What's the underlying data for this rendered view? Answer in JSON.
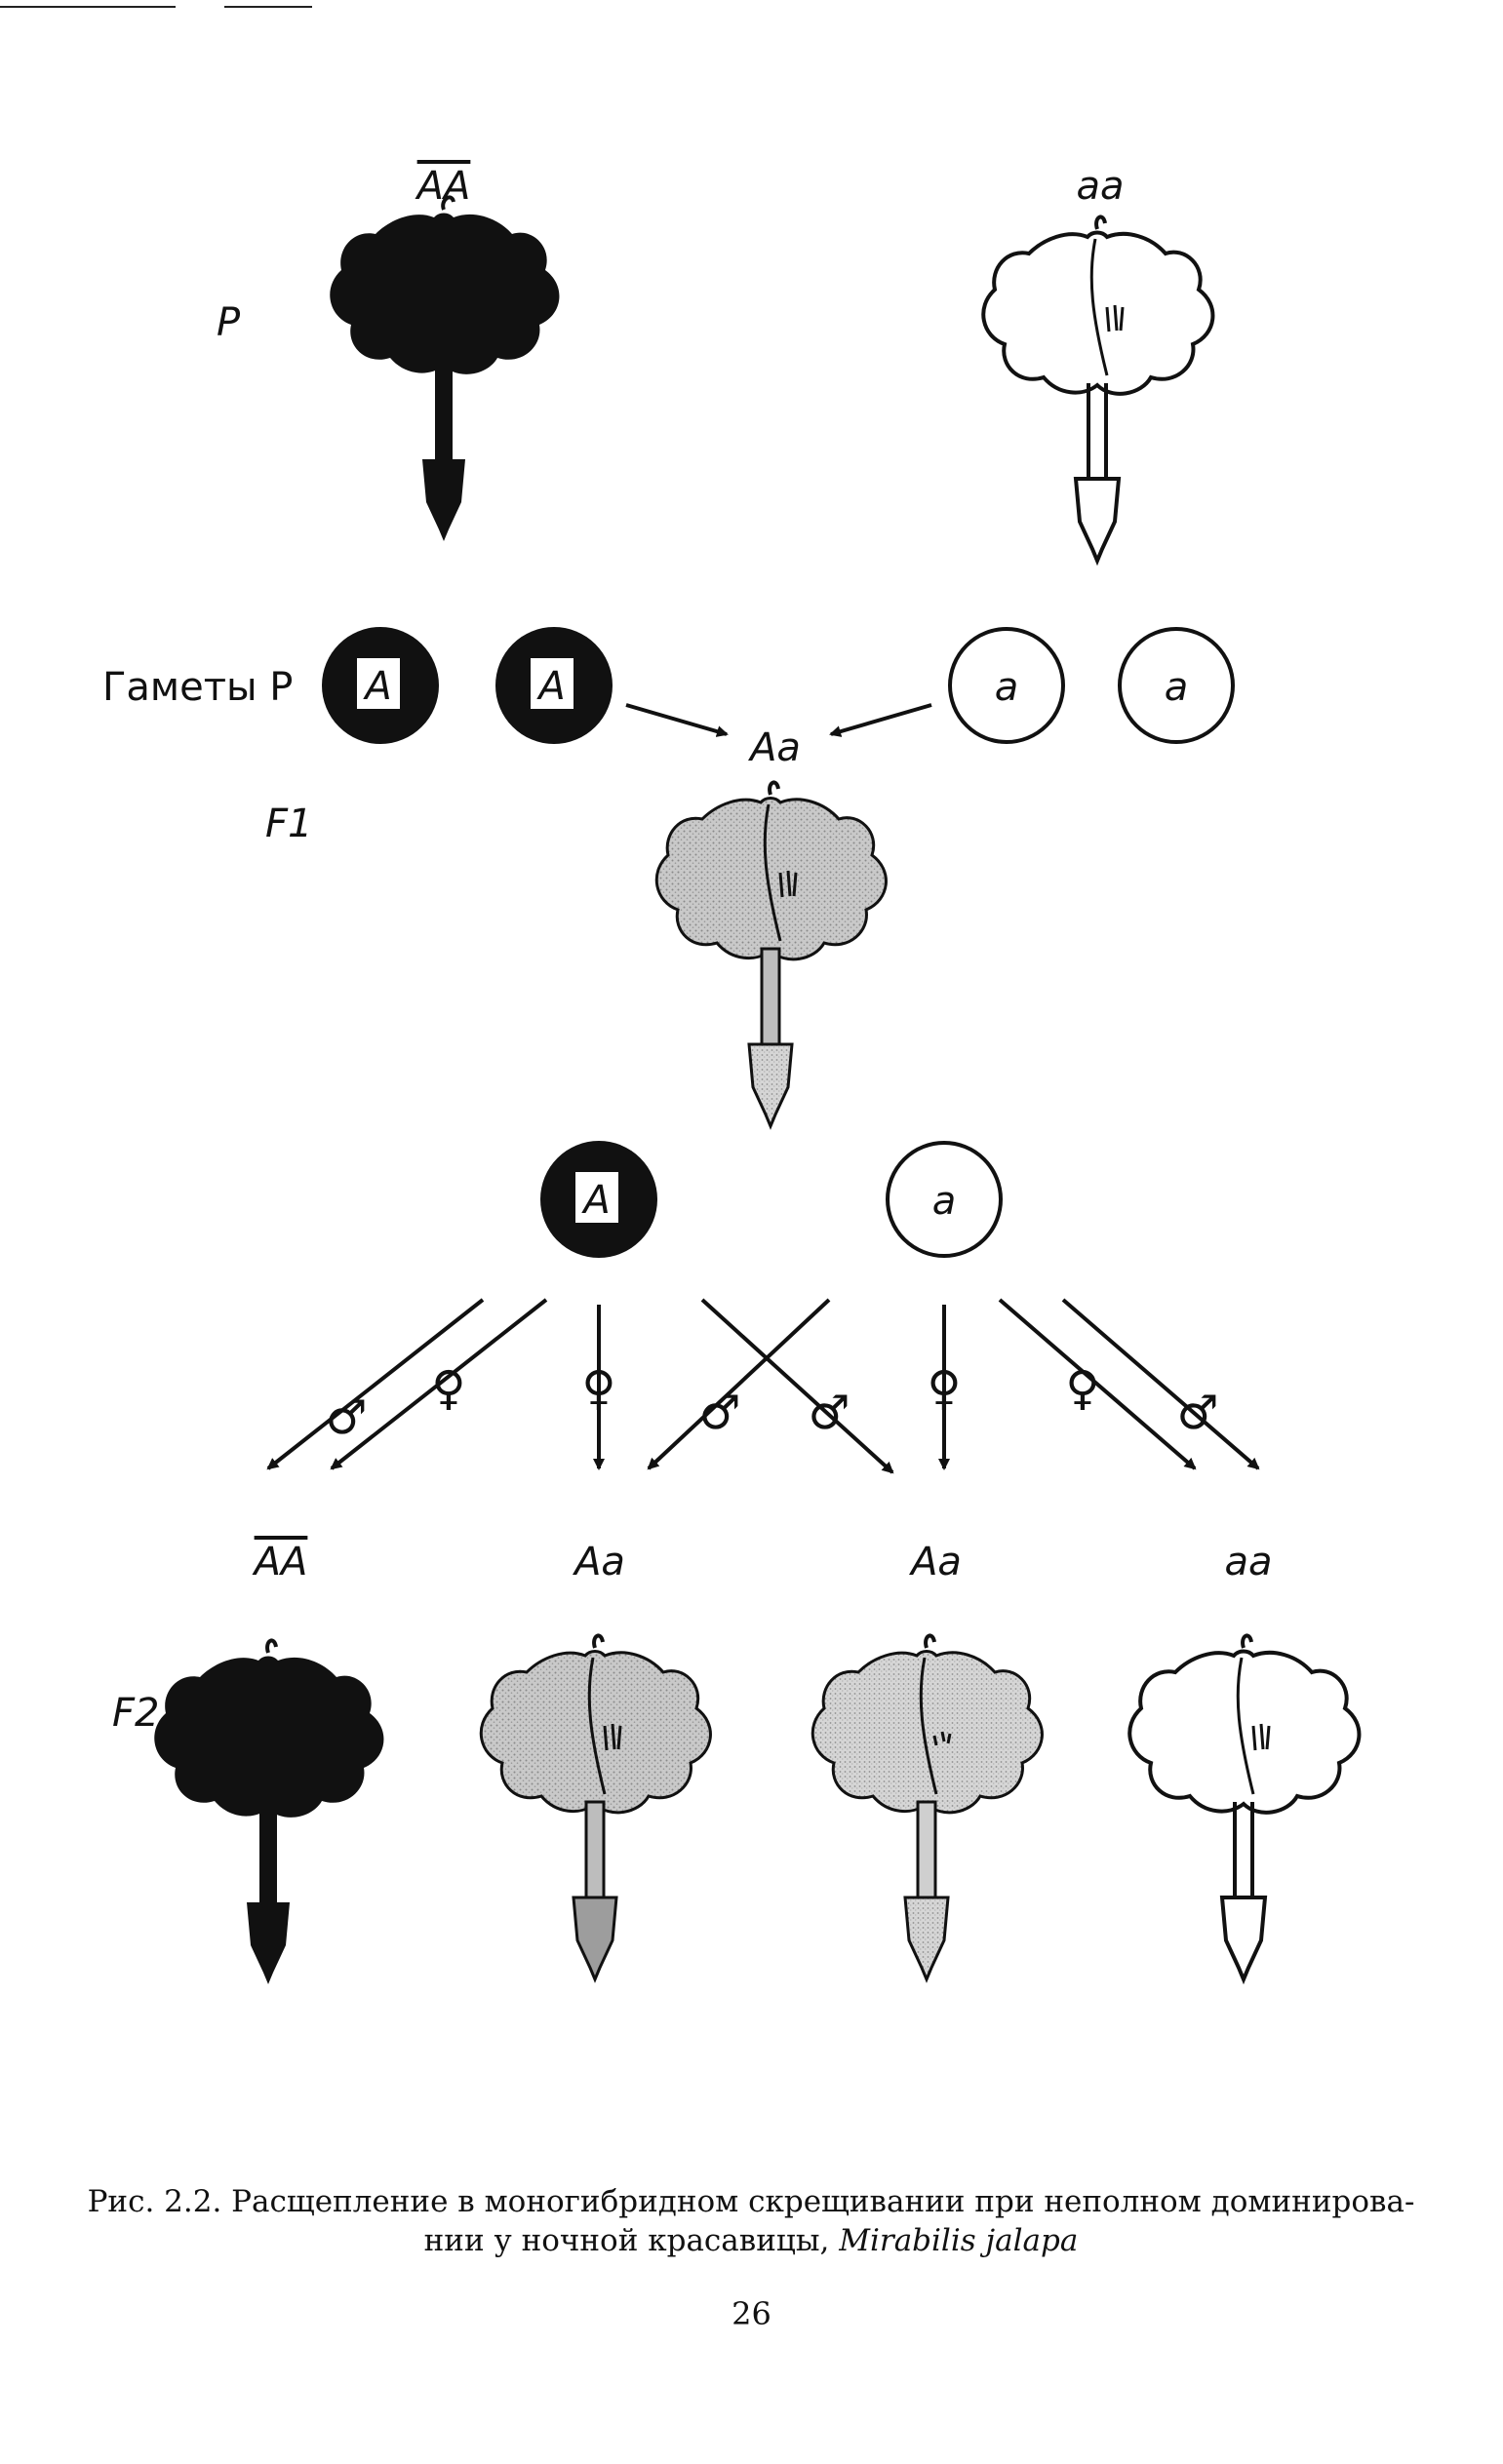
{
  "figure": {
    "parents": {
      "row_label": "P",
      "left_genotype": "AA",
      "right_genotype": "aa"
    },
    "gametes": {
      "row_label": "Гаметы P",
      "left": [
        "A",
        "A"
      ],
      "right": [
        "a",
        "a"
      ]
    },
    "f1": {
      "row_label": "F1",
      "genotype": "Aa",
      "gametes": [
        "A",
        "a"
      ]
    },
    "cross_symbols": {
      "female": "♀",
      "male": "♂"
    },
    "f2": {
      "row_label": "F2",
      "genotypes": [
        "AA",
        "Aa",
        "Aa",
        "aa"
      ]
    },
    "colors": {
      "dominant_red": "#111111",
      "intermediate_pink": "#b9b9b9",
      "recessive_white": "#ffffff"
    }
  },
  "caption": {
    "line1": "Рис. 2.2. Расщепление в моногибридном скрещивании при неполном доминирова-",
    "line2": "нии у ночной красавицы,",
    "species": " Mirabilis jalapa"
  },
  "page_number": "26"
}
